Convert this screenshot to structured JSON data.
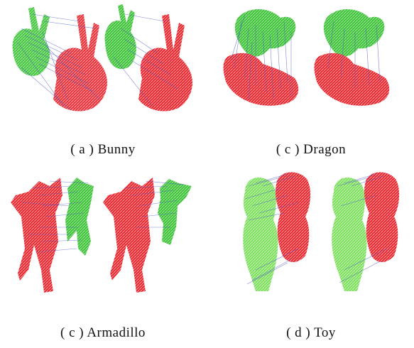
{
  "figure": {
    "panels": [
      {
        "caption": "( a )  Bunny"
      },
      {
        "caption": "( c )  Dragon"
      },
      {
        "caption": "( c )  Armadillo"
      },
      {
        "caption": "( d )  Toy"
      }
    ],
    "colors": {
      "source": "#3fc23a",
      "target": "#e8232b",
      "correspondence": "#4a57c9",
      "toy_source": "#7ddf5e"
    }
  }
}
